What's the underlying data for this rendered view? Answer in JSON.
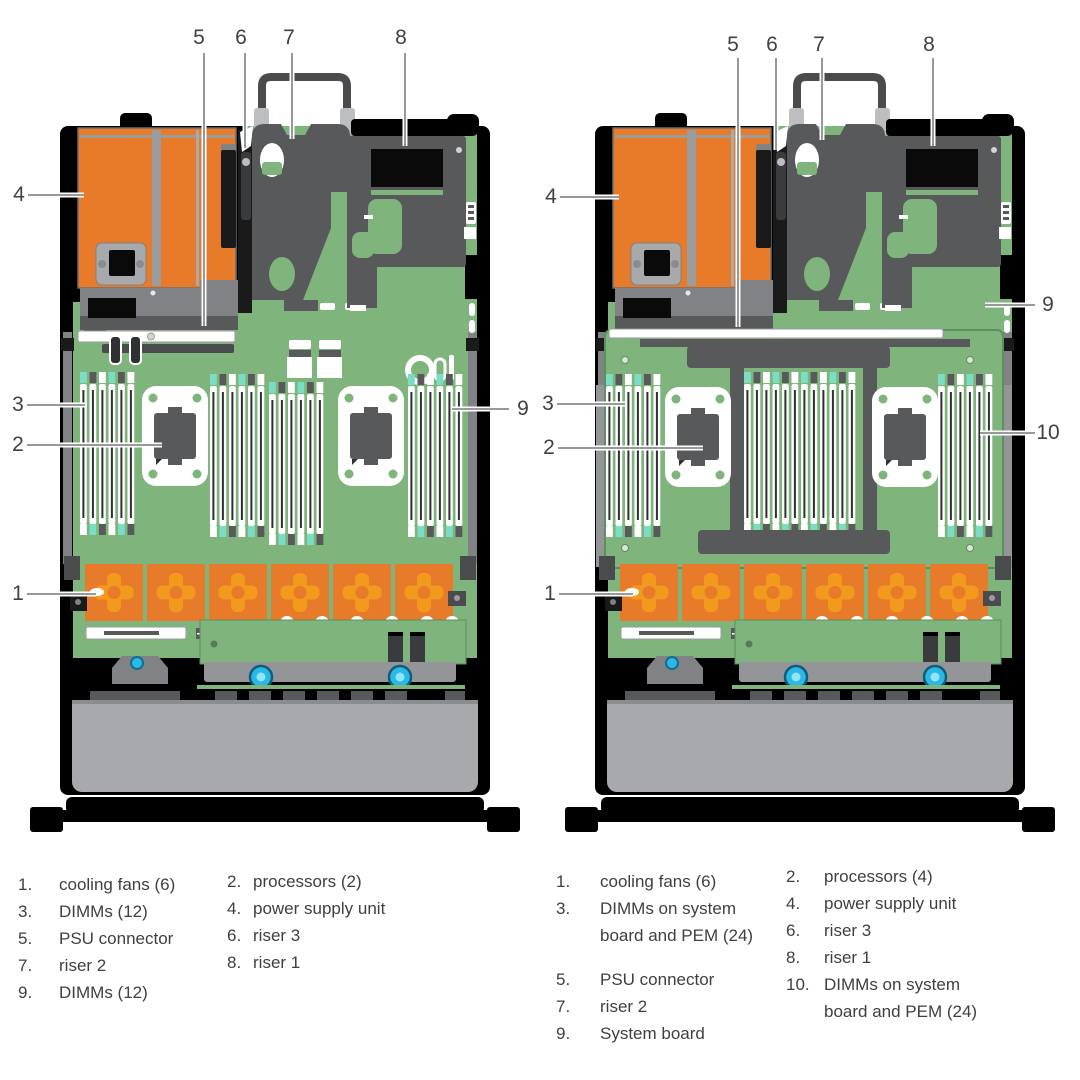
{
  "figure": {
    "description": "Two top-down server chassis interior diagrams with numbered callouts",
    "palette": {
      "psu_orange": "#E87B2A",
      "fan_rotor_orange": "#F29A1D",
      "pcb_green": "#7FB47C",
      "pcb_green_dark": "#5D905D",
      "bracket_gray": "#58595B",
      "rail_gray": "#939598",
      "cage_gray": "#A7A9AC",
      "dimm_clip_teal": "#79DEC3",
      "thumbscrew_cyan": "#2BB8E6",
      "chassis_black": "#000000",
      "leader_line_gray": "#97999B",
      "text_gray": "#3F4142"
    }
  },
  "diagram_left": {
    "callouts": {
      "c1": "1",
      "c2": "2",
      "c3": "3",
      "c4": "4",
      "c5": "5",
      "c6": "6",
      "c7": "7",
      "c8": "8",
      "c9": "9"
    }
  },
  "diagram_right": {
    "callouts": {
      "c1": "1",
      "c2": "2",
      "c3": "3",
      "c4": "4",
      "c5": "5",
      "c6": "6",
      "c7": "7",
      "c8": "8",
      "c9": "9",
      "c10": "10"
    }
  },
  "legend_left": {
    "col1": [
      {
        "num": "1.",
        "label": "cooling fans (6)"
      },
      {
        "num": "3.",
        "label": "DIMMs (12)"
      },
      {
        "num": "5.",
        "label": "PSU connector"
      },
      {
        "num": "7.",
        "label": "riser 2"
      },
      {
        "num": "9.",
        "label": "DIMMs (12)"
      }
    ],
    "col2": [
      {
        "num": "2.",
        "label": "processors (2)"
      },
      {
        "num": "4.",
        "label": "power supply unit"
      },
      {
        "num": "6.",
        "label": "riser 3"
      },
      {
        "num": "8.",
        "label": "riser 1"
      }
    ]
  },
  "legend_right": {
    "col1": [
      {
        "num": "1.",
        "label": "cooling fans (6)"
      },
      {
        "num": "3.",
        "label": "DIMMs on system board and PEM (24)"
      },
      {
        "num": "5.",
        "label": "PSU connector"
      },
      {
        "num": "7.",
        "label": "riser 2"
      },
      {
        "num": "9.",
        "label": "System board"
      }
    ],
    "col2": [
      {
        "num": "2.",
        "label": "processors (4)"
      },
      {
        "num": "4.",
        "label": "power supply unit"
      },
      {
        "num": "6.",
        "label": "riser 3"
      },
      {
        "num": "8.",
        "label": "riser 1"
      },
      {
        "num": "10.",
        "label": "DIMMs on system board and PEM (24)"
      }
    ]
  }
}
